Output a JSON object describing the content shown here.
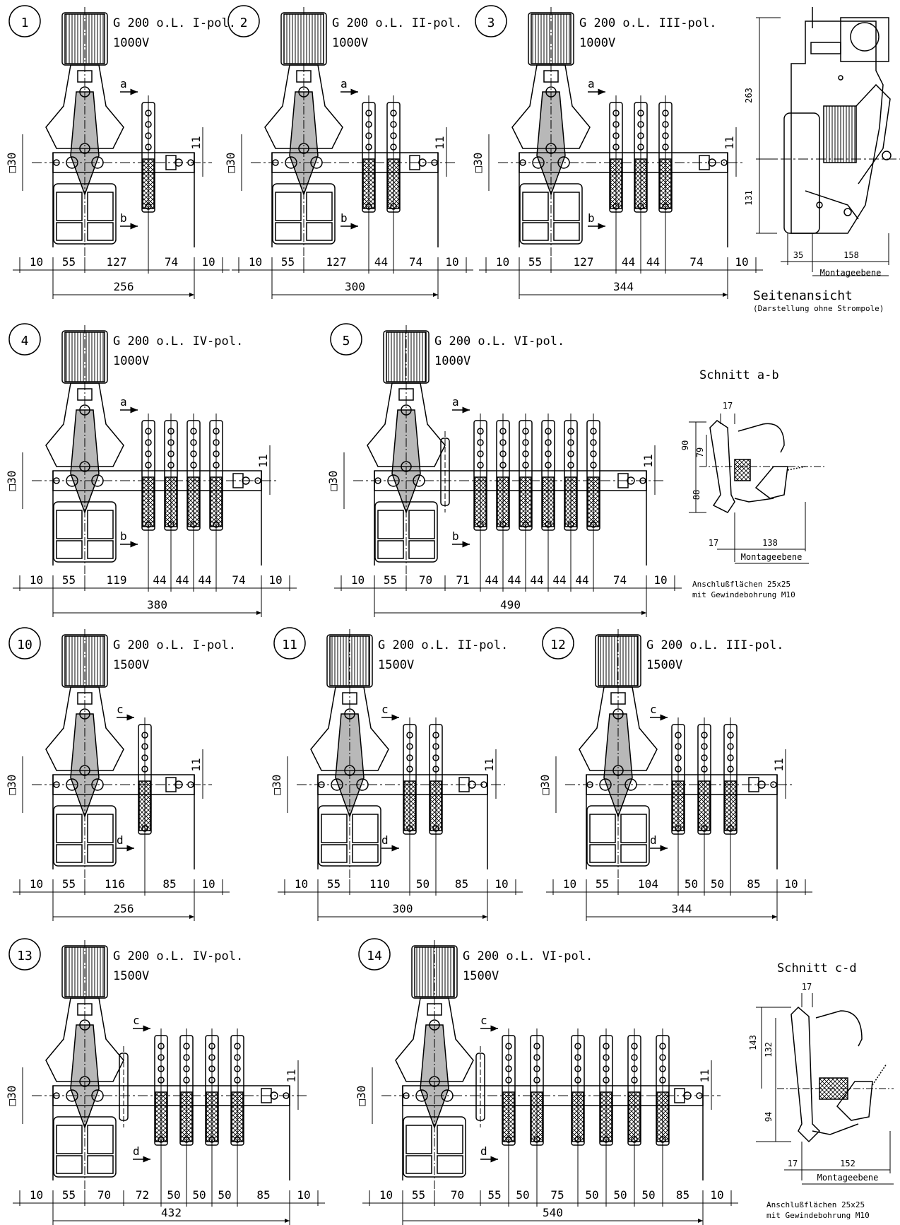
{
  "panels": [
    {
      "num": "1",
      "title": "G 200 o.L. I-pol.",
      "voltage": "1000V",
      "total": "256",
      "square": "□30",
      "eleven": "11",
      "sec_top": "a",
      "sec_bot": "b",
      "dims": [
        {
          "v": "10"
        },
        {
          "v": "55"
        },
        {
          "v": "127"
        },
        {
          "v": "74"
        },
        {
          "v": "10"
        }
      ]
    },
    {
      "num": "2",
      "title": "G 200 o.L. II-pol.",
      "voltage": "1000V",
      "total": "300",
      "square": "□30",
      "eleven": "11",
      "sec_top": "a",
      "sec_bot": "b",
      "dims": [
        {
          "v": "10"
        },
        {
          "v": "55"
        },
        {
          "v": "127"
        },
        {
          "v": "44"
        },
        {
          "v": "74"
        },
        {
          "v": "10"
        }
      ]
    },
    {
      "num": "3",
      "title": "G 200 o.L. III-pol.",
      "voltage": "1000V",
      "total": "344",
      "square": "□30",
      "eleven": "11",
      "sec_top": "a",
      "sec_bot": "b",
      "dims": [
        {
          "v": "10"
        },
        {
          "v": "55"
        },
        {
          "v": "127"
        },
        {
          "v": "44"
        },
        {
          "v": "44"
        },
        {
          "v": "74"
        },
        {
          "v": "10"
        }
      ]
    },
    {
      "num": "4",
      "title": "G 200 o.L. IV-pol.",
      "voltage": "1000V",
      "total": "380",
      "square": "□30",
      "eleven": "11",
      "sec_top": "a",
      "sec_bot": "b",
      "dims": [
        {
          "v": "10"
        },
        {
          "v": "55"
        },
        {
          "v": "119"
        },
        {
          "v": "44"
        },
        {
          "v": "44"
        },
        {
          "v": "44"
        },
        {
          "v": "74"
        },
        {
          "v": "10"
        }
      ]
    },
    {
      "num": "5",
      "title": "G 200 o.L. VI-pol.",
      "voltage": "1000V",
      "total": "490",
      "square": "□30",
      "eleven": "11",
      "sec_top": "a",
      "sec_bot": "b",
      "dims": [
        {
          "v": "10"
        },
        {
          "v": "55"
        },
        {
          "v": "70"
        },
        {
          "v": "71"
        },
        {
          "v": "44"
        },
        {
          "v": "44"
        },
        {
          "v": "44"
        },
        {
          "v": "44"
        },
        {
          "v": "44"
        },
        {
          "v": "74"
        },
        {
          "v": "10"
        }
      ]
    },
    {
      "num": "10",
      "title": "G 200 o.L. I-pol.",
      "voltage": "1500V",
      "total": "256",
      "square": "□30",
      "eleven": "11",
      "sec_top": "c",
      "sec_bot": "d",
      "dims": [
        {
          "v": "10"
        },
        {
          "v": "55"
        },
        {
          "v": "116"
        },
        {
          "v": "85"
        },
        {
          "v": "10"
        }
      ]
    },
    {
      "num": "11",
      "title": "G 200 o.L. II-pol.",
      "voltage": "1500V",
      "total": "300",
      "square": "□30",
      "eleven": "11",
      "sec_top": "c",
      "sec_bot": "d",
      "dims": [
        {
          "v": "10"
        },
        {
          "v": "55"
        },
        {
          "v": "110"
        },
        {
          "v": "50"
        },
        {
          "v": "85"
        },
        {
          "v": "10"
        }
      ]
    },
    {
      "num": "12",
      "title": "G 200 o.L. III-pol.",
      "voltage": "1500V",
      "total": "344",
      "square": "□30",
      "eleven": "11",
      "sec_top": "c",
      "sec_bot": "d",
      "dims": [
        {
          "v": "10"
        },
        {
          "v": "55"
        },
        {
          "v": "104"
        },
        {
          "v": "50"
        },
        {
          "v": "50"
        },
        {
          "v": "85"
        },
        {
          "v": "10"
        }
      ]
    },
    {
      "num": "13",
      "title": "G 200 o.L. IV-pol.",
      "voltage": "1500V",
      "total": "432",
      "square": "□30",
      "eleven": "11",
      "sec_top": "c",
      "sec_bot": "d",
      "dims": [
        {
          "v": "10"
        },
        {
          "v": "55"
        },
        {
          "v": "70"
        },
        {
          "v": "72"
        },
        {
          "v": "50"
        },
        {
          "v": "50"
        },
        {
          "v": "50"
        },
        {
          "v": "85"
        },
        {
          "v": "10"
        }
      ]
    },
    {
      "num": "14",
      "title": "G 200 o.L. VI-pol.",
      "voltage": "1500V",
      "total": "540",
      "square": "□30",
      "eleven": "11",
      "sec_top": "c",
      "sec_bot": "d",
      "dims": [
        {
          "v": "10"
        },
        {
          "v": "55"
        },
        {
          "v": "70"
        },
        {
          "v": "55"
        },
        {
          "v": "50"
        },
        {
          "v": "75"
        },
        {
          "v": "50"
        },
        {
          "v": "50"
        },
        {
          "v": "50"
        },
        {
          "v": "85"
        },
        {
          "v": "10"
        }
      ]
    }
  ],
  "side_view": {
    "title": "Seitenansicht",
    "subtitle": "(Darstellung ohne Strompole)",
    "d263": "263",
    "d131": "131",
    "d35": "35",
    "d158": "158",
    "plane": "Montageebene"
  },
  "section_ab": {
    "title": "Schnitt a-b",
    "d17": "17",
    "d90": "90",
    "d79": "79",
    "d88": "88",
    "d17b": "17",
    "d138": "138",
    "plane": "Montageebene",
    "note1": "Anschlußflächen 25x25",
    "note2": "mit Gewindebohrung M10"
  },
  "section_cd": {
    "title": "Schnitt c-d",
    "d17": "17",
    "d143": "143",
    "d132": "132",
    "d94": "94",
    "d17b": "17",
    "d152": "152",
    "plane": "Montageebene",
    "note1": "Anschlußflächen 25x25",
    "note2": "mit Gewindebohrung M10"
  }
}
